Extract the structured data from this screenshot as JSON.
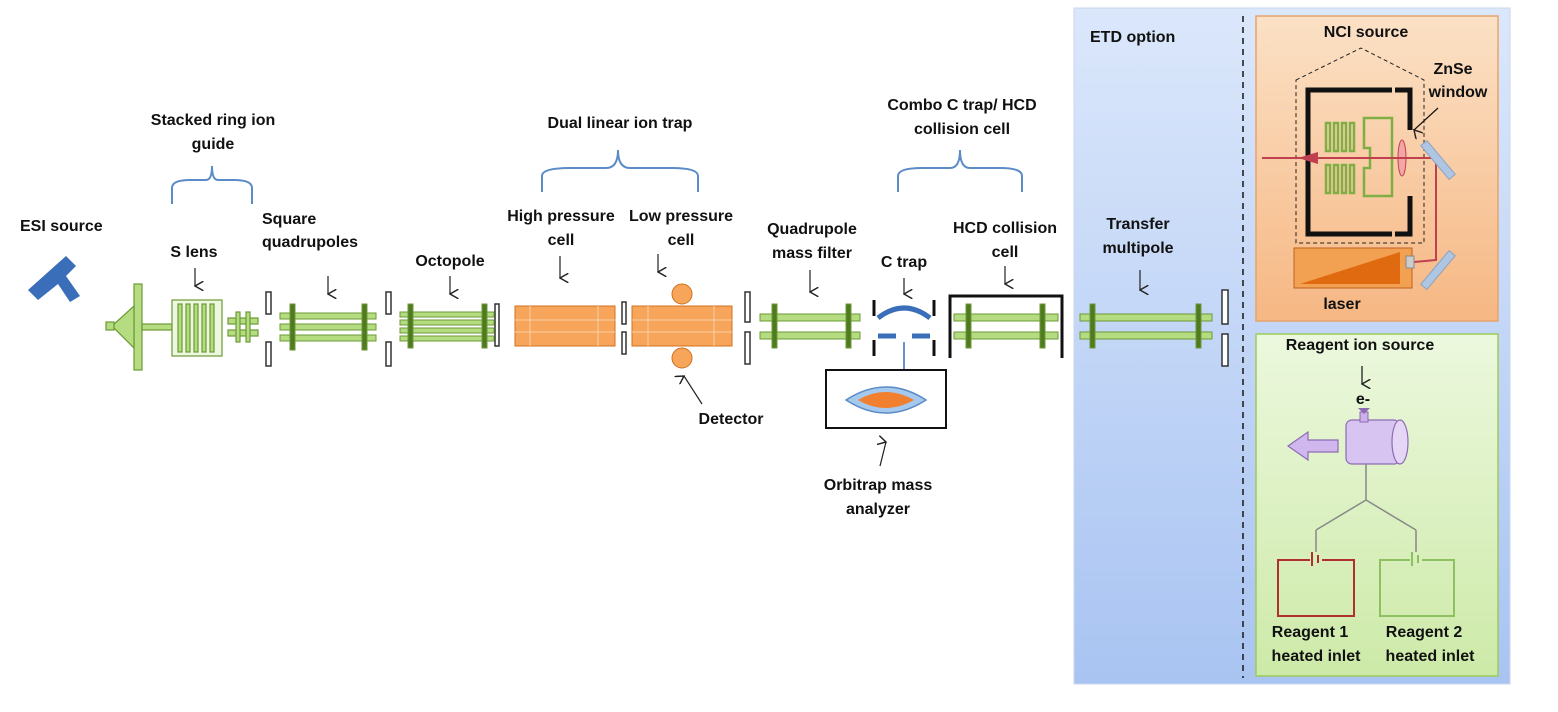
{
  "labels": {
    "esi_source": "ESI source",
    "stacked_ring_line1": "Stacked ring ion",
    "stacked_ring_line2": "guide",
    "s_lens": "S lens",
    "square_quad_line1": "Square",
    "square_quad_line2": "quadrupoles",
    "octopole": "Octopole",
    "dual_linear_ion_trap": "Dual linear ion trap",
    "high_pressure_line1": "High pressure",
    "high_pressure_line2": "cell",
    "low_pressure_line1": "Low pressure",
    "low_pressure_line2": "cell",
    "detector": "Detector",
    "quad_mass_filter_line1": "Quadrupole",
    "quad_mass_filter_line2": "mass filter",
    "combo_line1": "Combo C trap/ HCD",
    "combo_line2": "collision cell",
    "c_trap": "C trap",
    "hcd_line1": "HCD collision",
    "hcd_line2": "cell",
    "orbitrap_line1": "Orbitrap mass",
    "orbitrap_line2": "analyzer",
    "transfer_line1": "Transfer",
    "transfer_line2": "multipole",
    "etd_option": "ETD option",
    "nci_source": "NCI source",
    "znse_line1": "ZnSe",
    "znse_line2": "window",
    "laser": "laser",
    "reagent_ion_source": "Reagent ion source",
    "electron": "e-",
    "reagent1_line1": "Reagent 1",
    "reagent1_line2": "heated inlet",
    "reagent2_line1": "Reagent 2",
    "reagent2_line2": "heated inlet"
  },
  "colors": {
    "green_rod": "#9ccb5a",
    "green_dark": "#4f7a1f",
    "orange": "#f4a460",
    "orange_dark": "#e07020",
    "blue_brace": "#5b8cc8",
    "etd_panel": "#b9d0f5",
    "nci_panel": "#f9c79a",
    "reagent_panel": "#d9f0c0",
    "reagent1_box": "#b03030",
    "reagent2_box": "#8cc060",
    "laser_beam": "#c04050",
    "reagent_source_body": "#d8c4f0"
  },
  "icons": [
    "esi-sprayer-icon",
    "laser-icon",
    "mirror-icon",
    "reagent-ion-source-icon",
    "arrow-left-icon"
  ]
}
